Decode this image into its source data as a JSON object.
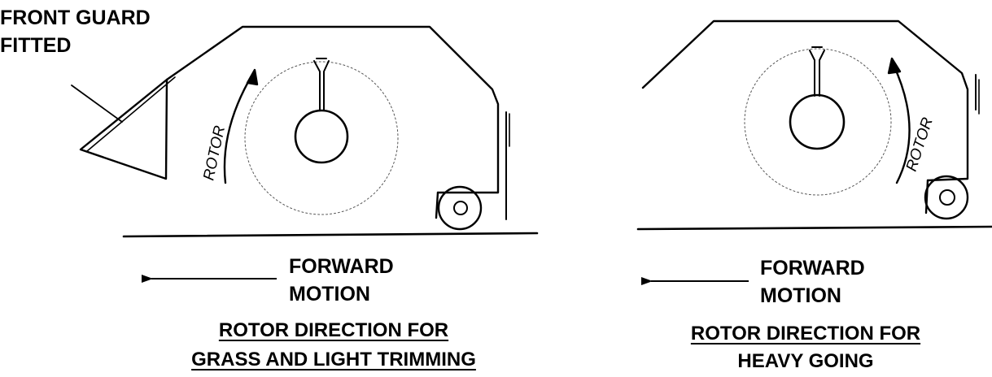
{
  "left_panel": {
    "guard_label_line1": "FRONT GUARD",
    "guard_label_line2": "FITTED",
    "rotor_label": "ROTOR",
    "motion_line1": "FORWARD",
    "motion_line2": "MOTION",
    "caption_line1": "ROTOR DIRECTION FOR",
    "caption_line2": "GRASS AND LIGHT TRIMMING"
  },
  "right_panel": {
    "rotor_label": "ROTOR",
    "motion_line1": "FORWARD",
    "motion_line2": "MOTION",
    "caption_line1": "ROTOR DIRECTION FOR",
    "caption_line2": "HEAVY GOING"
  }
}
